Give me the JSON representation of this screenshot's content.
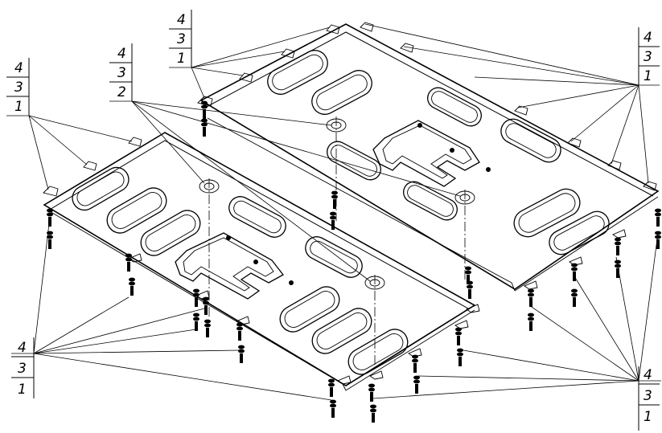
{
  "callouts": [
    {
      "id": "c1",
      "lines": [
        "4",
        "3",
        "1"
      ]
    },
    {
      "id": "c2",
      "lines": [
        "4",
        "3",
        "2"
      ]
    },
    {
      "id": "c3",
      "lines": [
        "4",
        "3",
        "1"
      ]
    },
    {
      "id": "c4",
      "lines": [
        "4",
        "3",
        "1"
      ]
    },
    {
      "id": "c5",
      "lines": [
        "4",
        "3",
        "1"
      ]
    },
    {
      "id": "c6",
      "lines": [
        "4",
        "3",
        "1"
      ]
    }
  ]
}
